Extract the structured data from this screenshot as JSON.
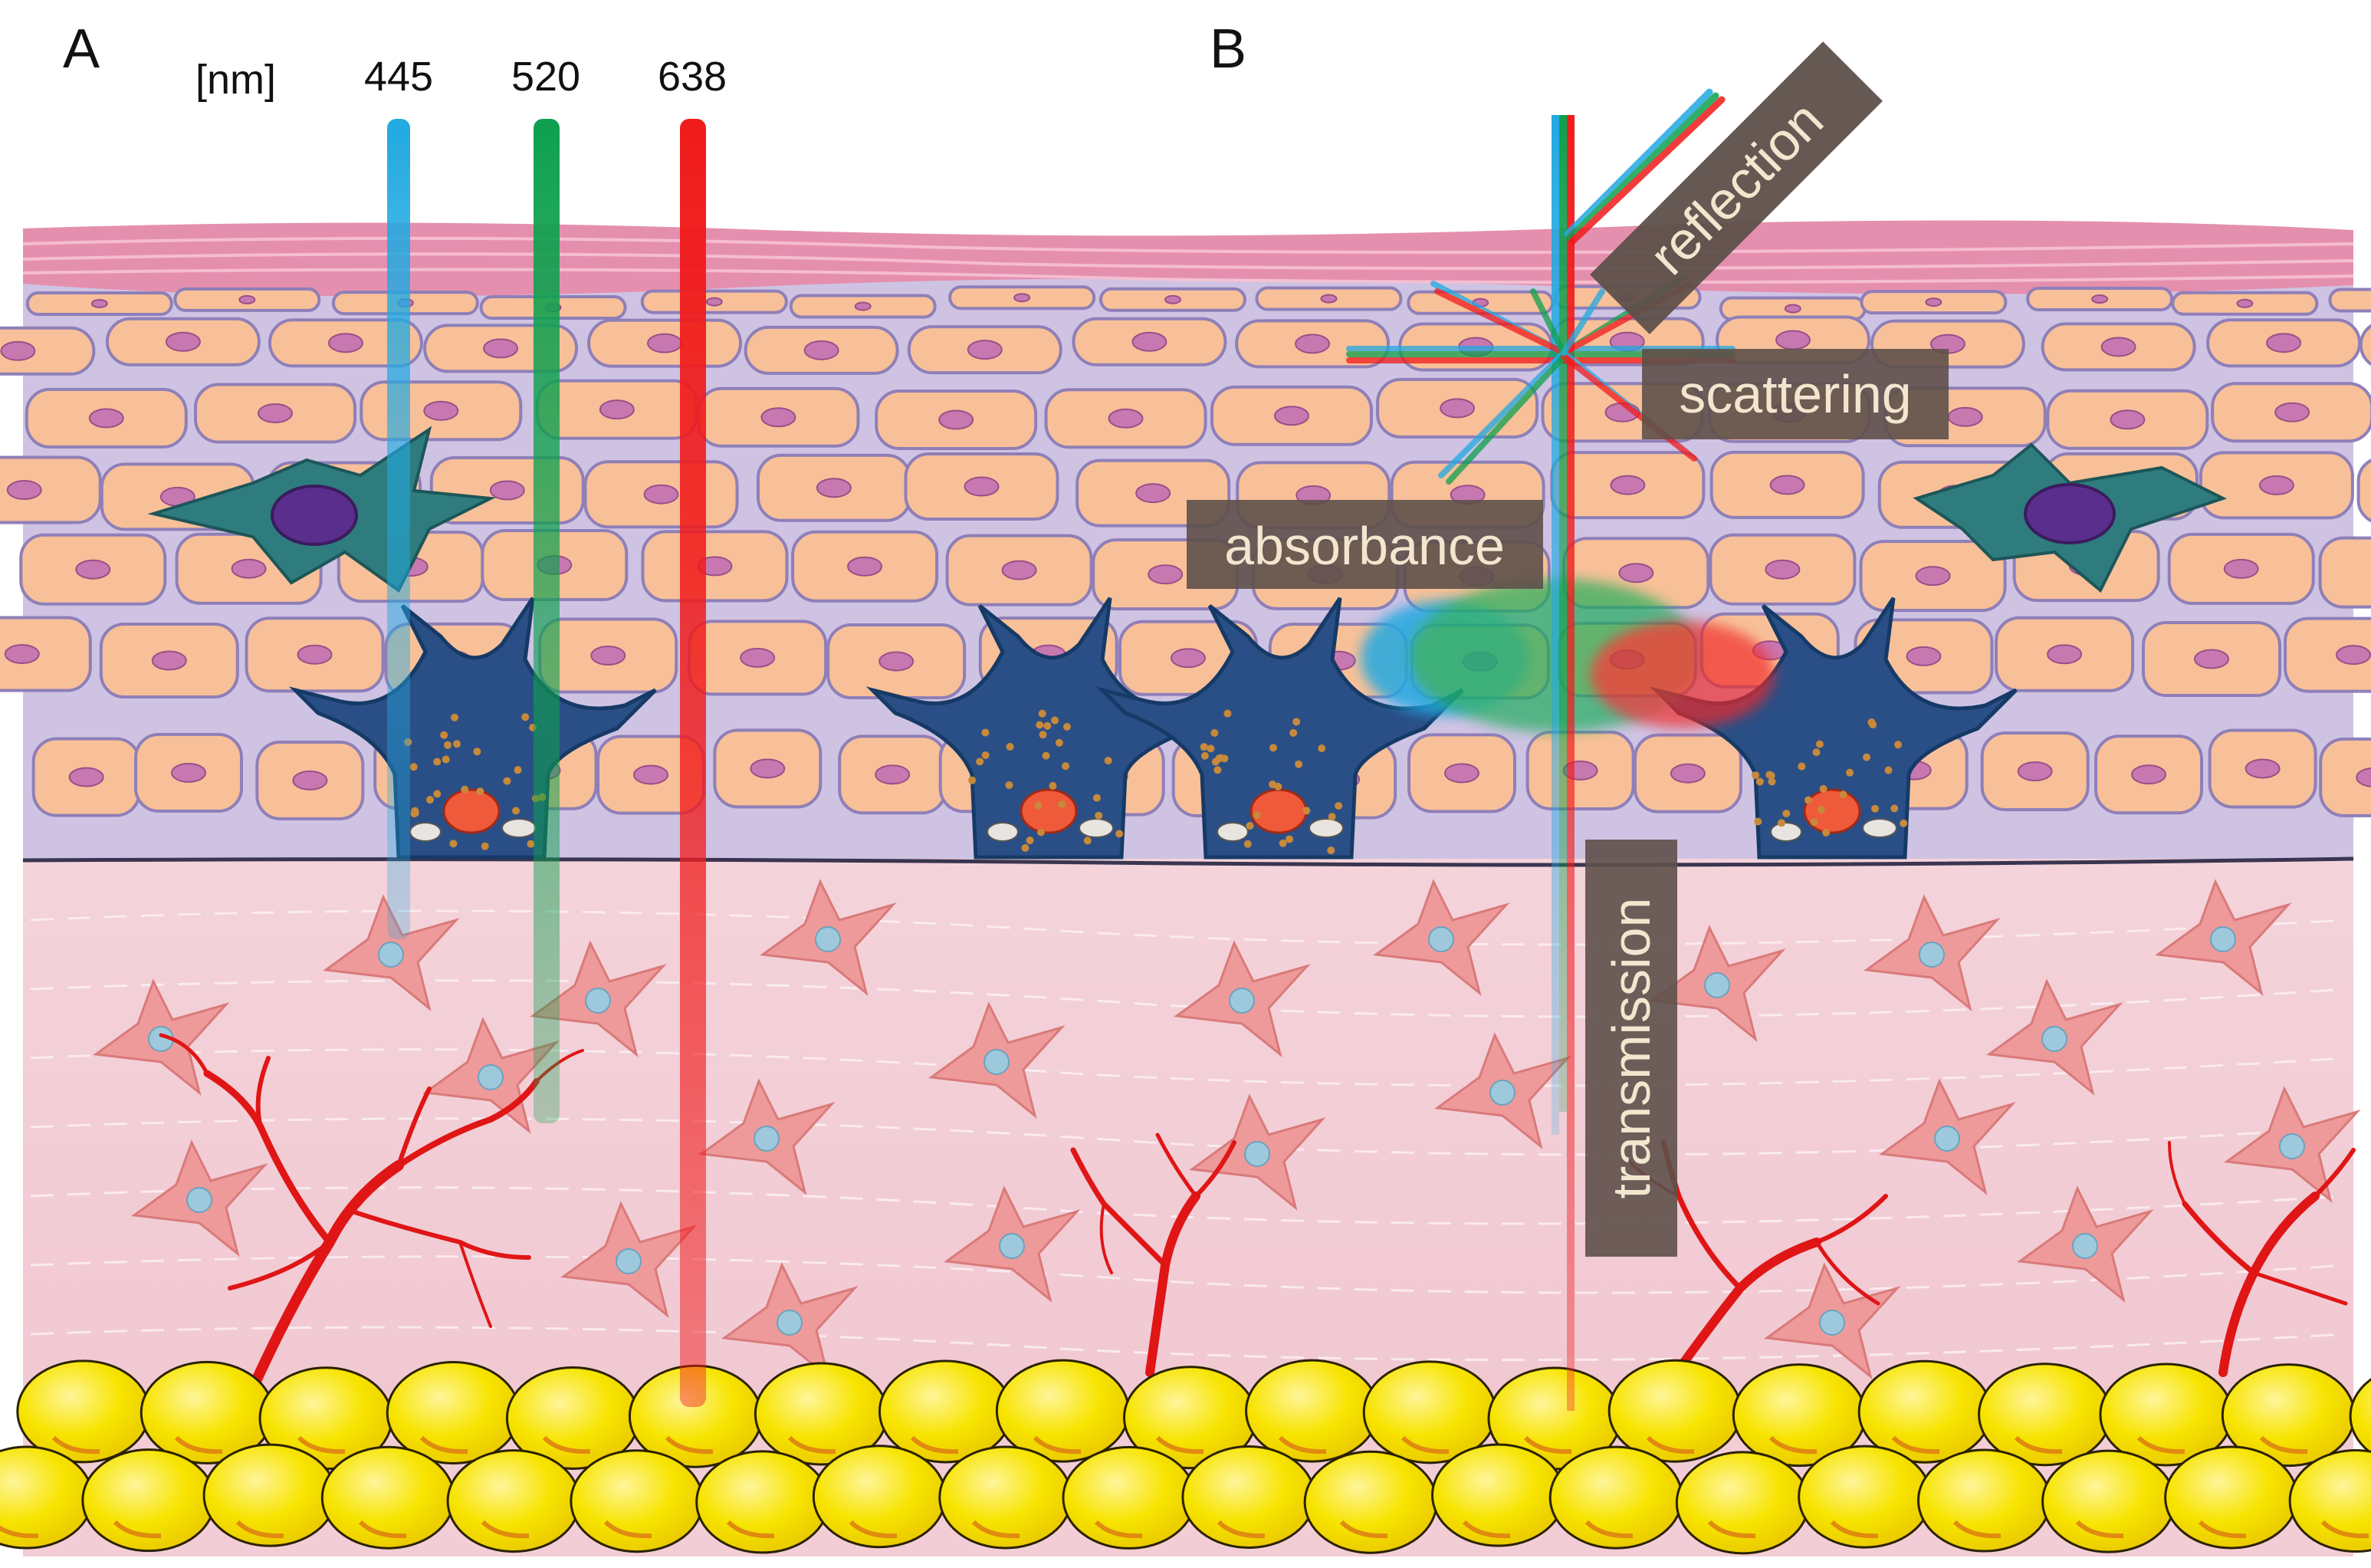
{
  "panels": {
    "a": "A",
    "b": "B"
  },
  "wavelengths": {
    "unit": "[nm]",
    "beams": [
      {
        "label": "445",
        "color": "#21a9e1"
      },
      {
        "label": "520",
        "color": "#0ea04e"
      },
      {
        "label": "638",
        "color": "#f01b1b"
      }
    ]
  },
  "interactions": {
    "reflection": "reflection",
    "scattering": "scattering",
    "absorbance": "absorbance",
    "transmission": "transmission"
  },
  "colors": {
    "stratum_corneum": "#e58fae",
    "epidermis_bg": "#cfc3e3",
    "keratinocyte": "#f8c098",
    "keratinocyte_nucleus": "#c878b0",
    "melanocyte": "#2a4f86",
    "langerhans_cell": "#2e7c7e",
    "dermis": "#f5d6dc",
    "fibroblast": "#ef9a9a",
    "blood_vessel": "#e01515",
    "adipocyte": "#f5e000",
    "label_box": "#5e504a"
  }
}
